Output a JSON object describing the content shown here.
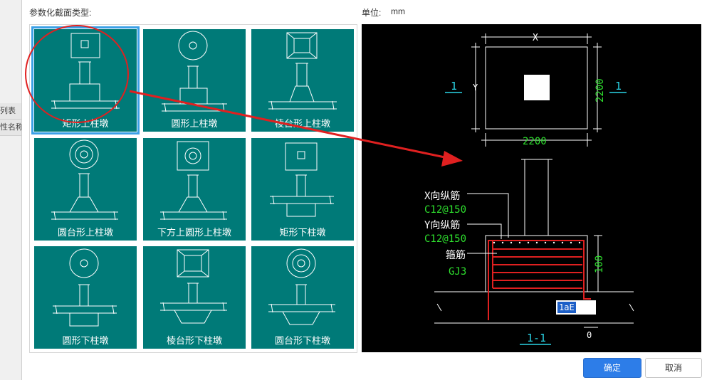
{
  "left_panel": {
    "tab1": "列表",
    "tab2": "性名称"
  },
  "section_label": "参数化截面类型:",
  "unit_label": "单位:",
  "unit_value": "mm",
  "items": [
    {
      "label": "矩形上柱墩",
      "icon": "rect-top-pier-icon",
      "selected": true
    },
    {
      "label": "圆形上柱墩",
      "icon": "circle-top-pier-icon",
      "selected": false
    },
    {
      "label": "棱台形上柱墩",
      "icon": "prism-top-pier-icon",
      "selected": false
    },
    {
      "label": "圆台形上柱墩",
      "icon": "frustum-top-pier-icon",
      "selected": false
    },
    {
      "label": "下方上圆形上柱墩",
      "icon": "square-round-top-pier-icon",
      "selected": false
    },
    {
      "label": "矩形下柱墩",
      "icon": "rect-bottom-pier-icon",
      "selected": false
    },
    {
      "label": "圆形下柱墩",
      "icon": "circle-bottom-pier-icon",
      "selected": false
    },
    {
      "label": "棱台形下柱墩",
      "icon": "prism-bottom-pier-icon",
      "selected": false
    },
    {
      "label": "圆台形下柱墩",
      "icon": "frustum-bottom-pier-icon",
      "selected": false
    }
  ],
  "preview": {
    "dim_x": "X",
    "dim_y": "Y",
    "dim_bottom": "2200",
    "dim_right": "2200",
    "section_mark": "1",
    "x_rebar_label": "X向纵筋",
    "x_rebar_value": "C12@150",
    "y_rebar_label": "Y向纵筋",
    "y_rebar_value": "C12@150",
    "stirrup_label": "箍筋",
    "stirrup_value": "GJ3",
    "dim_height": "100",
    "anchor_input": "1aE",
    "dim_zero": "0",
    "section_title": "1-1"
  },
  "buttons": {
    "ok": "确定",
    "cancel": "取消"
  },
  "colors": {
    "tile": "#007a78",
    "preview_bg": "#000000",
    "accent": "#2d7de8",
    "annotation": "#e02020",
    "select": "#3aa0e6"
  }
}
